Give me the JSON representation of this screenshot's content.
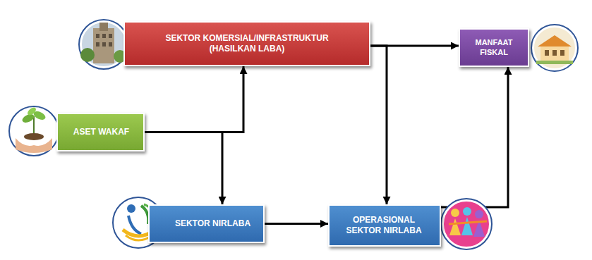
{
  "diagram": {
    "nodes": [
      {
        "text": [
          "SEKTOR KOMERSIAL/INFRASTRUKTUR (HASILKAN LABA)"
        ]
      },
      {
        "text": [
          "MANFAAT FISKAL"
        ]
      },
      {
        "text": [
          "ASET WAKAF"
        ]
      },
      {
        "text": [
          "SEKTOR NIRLABA"
        ]
      },
      {
        "text": [
          "OPERASIONAL SEKTOR NIRLABA"
        ]
      }
    ],
    "edges": [
      {
        "from": 2,
        "to": 0,
        "arrow": "to"
      },
      {
        "from": 2,
        "to": 3,
        "arrow": "to"
      },
      {
        "from": 0,
        "to": 1,
        "arrow": "to"
      },
      {
        "from": 0,
        "to": 4,
        "arrow": "to"
      },
      {
        "from": 3,
        "to": 4,
        "arrow": "to"
      },
      {
        "from": 4,
        "to": 1,
        "arrow": "to"
      }
    ]
  }
}
